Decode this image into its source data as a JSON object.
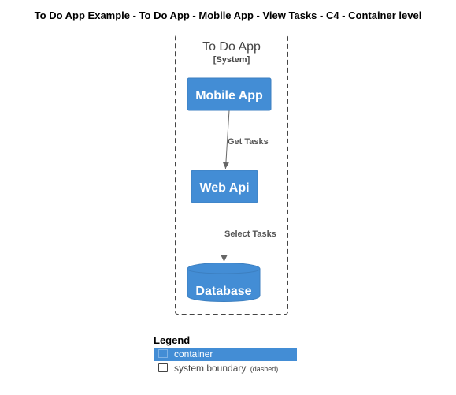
{
  "title": "To Do App Example - To Do App - Mobile App - View Tasks - C4 - Container level",
  "boundary": {
    "name": "To Do App",
    "type": "[System]"
  },
  "nodes": {
    "mobile_app": "Mobile App",
    "web_api": "Web Api",
    "database": "Database"
  },
  "relations": {
    "get_tasks": "Get Tasks",
    "select_tasks": "Select Tasks"
  },
  "legend": {
    "title": "Legend",
    "container_label": "container",
    "boundary_label": "system boundary",
    "boundary_note": "(dashed)"
  },
  "colors": {
    "container_fill": "#438dd5",
    "container_border": "#3c7fc0",
    "arrow": "#666666",
    "relation_text": "#555555",
    "boundary_stroke": "#444444"
  }
}
